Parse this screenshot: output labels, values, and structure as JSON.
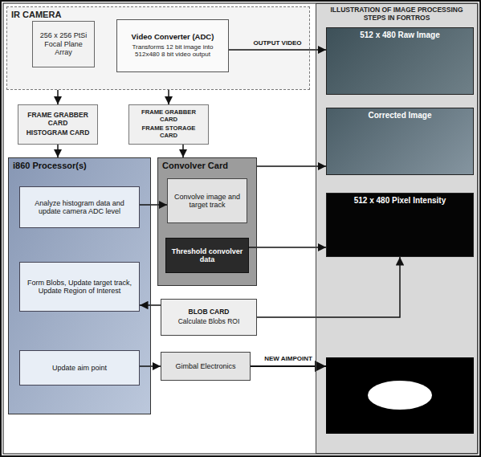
{
  "diagram": {
    "nodes": [
      {
        "text": [
          "IR CAMERA"
        ]
      },
      {
        "text": [
          "256 x 256 PtSi Focal Plane Array"
        ],
        "in": 0
      },
      {
        "text": [
          "Video Converter (ADC)",
          "Transforms 12 bit image into 512x480 8 bit video output"
        ],
        "in": 0
      },
      {
        "text": [
          "ILLUSTRATION OF IMAGE PROCESSING STEPS IN FORTROS"
        ]
      },
      {
        "text": [
          "512 x 480 Raw Image"
        ],
        "in": 3
      },
      {
        "text": [
          "Corrected Image"
        ],
        "in": 3
      },
      {
        "text": [
          "512 x 480 Pixel Intensity"
        ],
        "in": 3
      },
      {
        "text": [
          "FRAME GRABBER CARD",
          "HISTOGRAM CARD"
        ]
      },
      {
        "text": [
          "FRAME GRABBER CARD",
          "FRAME STORAGE CARD"
        ]
      },
      {
        "text": [
          "i860 Processor(s)"
        ]
      },
      {
        "text": [
          "Analyze histogram data and update camera ADC level"
        ],
        "in": 9
      },
      {
        "text": [
          "Form Blobs, Update target track, Update Region of Interest"
        ],
        "in": 9
      },
      {
        "text": [
          "Update aim point"
        ],
        "in": 9
      },
      {
        "text": [
          "Convolver Card"
        ]
      },
      {
        "text": [
          "Convolve image and target track"
        ],
        "in": 13
      },
      {
        "text": [
          "Threshold convolver data"
        ],
        "in": 13
      },
      {
        "text": [
          "BLOB CARD",
          "Calculate Blobs ROI"
        ]
      },
      {
        "text": [
          "Gimbal Electronics"
        ]
      }
    ],
    "edges": [
      {
        "from": 2,
        "to": 4,
        "arrow": "to",
        "label": "OUTPUT VIDEO"
      },
      {
        "from": 0,
        "to": 7,
        "arrow": "to"
      },
      {
        "from": 0,
        "to": 8,
        "arrow": "to"
      },
      {
        "from": 7,
        "to": 9,
        "arrow": "to"
      },
      {
        "from": 8,
        "to": 13,
        "arrow": "to"
      },
      {
        "from": 10,
        "to": 14,
        "arrow": "to"
      },
      {
        "from": 16,
        "to": 11,
        "arrow": "to"
      },
      {
        "from": 12,
        "to": 17,
        "arrow": "to"
      },
      {
        "from": 13,
        "to": 5,
        "arrow": "to"
      },
      {
        "from": 15,
        "to": 6,
        "arrow": "to"
      },
      {
        "from": 16,
        "to": 6,
        "arrow": "to"
      }
    ],
    "labels": [
      "NEW AIMPOINT"
    ]
  }
}
